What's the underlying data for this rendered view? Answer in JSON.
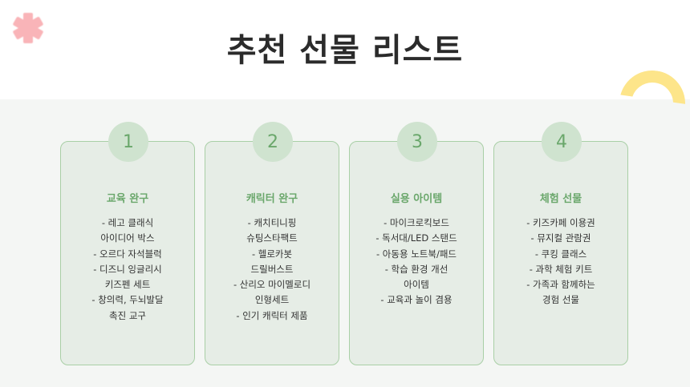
{
  "header": {
    "title": "추천 선물 리스트"
  },
  "decorations": {
    "asterisk_color": "#f9b4b8",
    "arc_color": "#fde58a"
  },
  "cards": [
    {
      "number": "1",
      "title": "교육 완구",
      "lines": [
        "- 레고 클래식",
        "아이디어 박스",
        "- 오르다 자석블럭",
        "- 디즈니 잉글리시",
        "키즈펜 세트",
        "- 창의력, 두뇌발달",
        "촉진 교구"
      ]
    },
    {
      "number": "2",
      "title": "캐릭터 완구",
      "lines": [
        "- 캐치티니핑",
        "슈팅스타팩트",
        "- 헬로카봇",
        "드릴버스트",
        "- 산리오 마이멜로디",
        "인형세트",
        "- 인기 캐릭터 제품"
      ]
    },
    {
      "number": "3",
      "title": "실용 아이템",
      "lines": [
        "- 마이크로킥보드",
        "- 독서대/LED 스탠드",
        "- 아동용 노트북/패드",
        "- 학습 환경 개선",
        "아이템",
        "- 교육과 놀이 겸용"
      ]
    },
    {
      "number": "4",
      "title": "체험 선물",
      "lines": [
        "- 키즈카페 이용권",
        "- 뮤지컬 관람권",
        "- 쿠킹 클래스",
        "- 과학 체험 키트",
        "- 가족과 함께하는",
        "경험 선물"
      ]
    }
  ]
}
